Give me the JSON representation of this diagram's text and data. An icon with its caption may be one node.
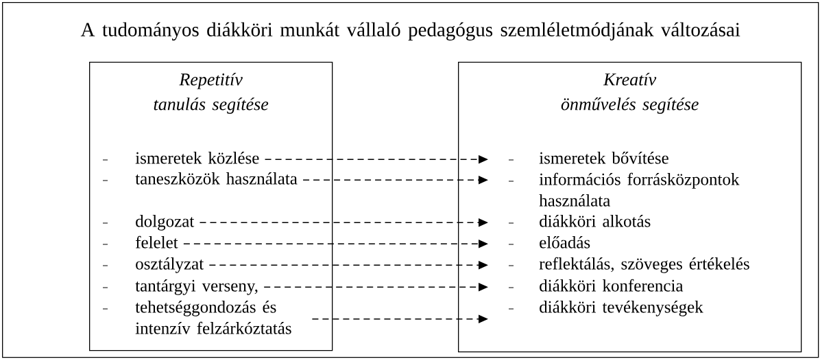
{
  "diagram": {
    "nodes": [
      {
        "text": [
          "A tudományos diákköri munkát vállaló pedagógus szemléletmódjának változásai"
        ]
      },
      {
        "text": [
          "Repetitív tanulás segítése"
        ],
        "in": 0
      },
      {
        "text": [
          "ismeretek közlése"
        ],
        "in": 1
      },
      {
        "text": [
          "taneszközök használata"
        ],
        "in": 1
      },
      {
        "text": [
          "dolgozat"
        ],
        "in": 1
      },
      {
        "text": [
          "felelet"
        ],
        "in": 1
      },
      {
        "text": [
          "osztályzat"
        ],
        "in": 1
      },
      {
        "text": [
          "tantárgyi verseny,"
        ],
        "in": 1
      },
      {
        "text": [
          "tehetséggondozás és intenzív felzárkóztatás"
        ],
        "in": 1
      },
      {
        "text": [
          "Kreatív önművelés segítése"
        ],
        "in": 0
      },
      {
        "text": [
          "ismeretek bővítése"
        ],
        "in": 9
      },
      {
        "text": [
          "információs forrásközpontok használata"
        ],
        "in": 9
      },
      {
        "text": [
          "diákköri alkotás"
        ],
        "in": 9
      },
      {
        "text": [
          "előadás"
        ],
        "in": 9
      },
      {
        "text": [
          "reflektálás, szöveges értékelés"
        ],
        "in": 9
      },
      {
        "text": [
          "diákköri konferencia"
        ],
        "in": 9
      },
      {
        "text": [
          "diákköri tevékenységek"
        ],
        "in": 9
      }
    ],
    "edges": [
      {
        "from": 2,
        "to": 10,
        "arrow": "to",
        "style": "dashed"
      },
      {
        "from": 3,
        "to": 11,
        "arrow": "to",
        "style": "dashed"
      },
      {
        "from": 4,
        "to": 12,
        "arrow": "to",
        "style": "dashed"
      },
      {
        "from": 5,
        "to": 13,
        "arrow": "to",
        "style": "dashed"
      },
      {
        "from": 6,
        "to": 14,
        "arrow": "to",
        "style": "dashed"
      },
      {
        "from": 7,
        "to": 15,
        "arrow": "to",
        "style": "dashed"
      },
      {
        "from": 8,
        "to": 16,
        "arrow": "to",
        "style": "dashed"
      }
    ]
  }
}
